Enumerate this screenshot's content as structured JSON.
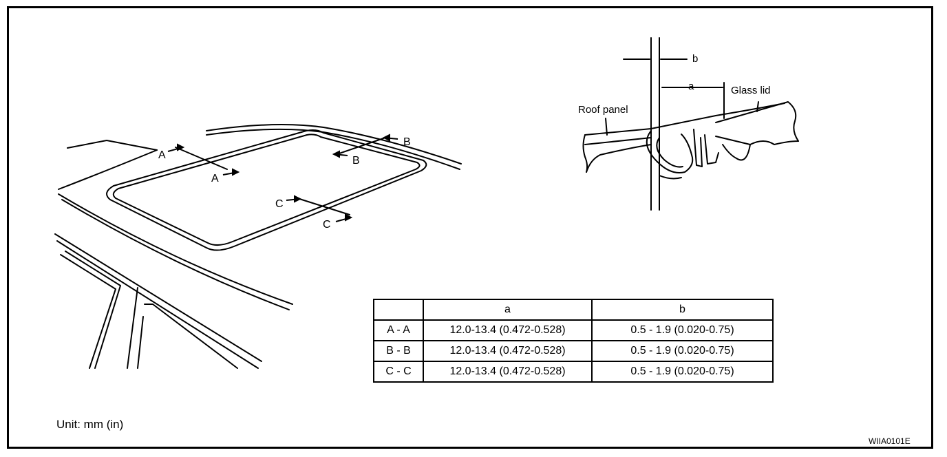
{
  "sunroof_view": {
    "section_labels": [
      "A",
      "A",
      "B",
      "B",
      "C",
      "C"
    ]
  },
  "cross_section": {
    "dimension_b": "b",
    "dimension_a": "a",
    "roof_panel_label": "Roof panel",
    "glass_lid_label": "Glass lid"
  },
  "table": {
    "headers": [
      "",
      "a",
      "b"
    ],
    "rows": [
      {
        "section": "A - A",
        "a": "12.0-13.4 (0.472-0.528)",
        "b": "0.5 - 1.9 (0.020-0.75)"
      },
      {
        "section": "B - B",
        "a": "12.0-13.4 (0.472-0.528)",
        "b": "0.5 - 1.9 (0.020-0.75)"
      },
      {
        "section": "C - C",
        "a": "12.0-13.4 (0.472-0.528)",
        "b": "0.5 - 1.9 (0.020-0.75)"
      }
    ]
  },
  "unit_note": "Unit: mm (in)",
  "figure_code": "WIIA0101E"
}
